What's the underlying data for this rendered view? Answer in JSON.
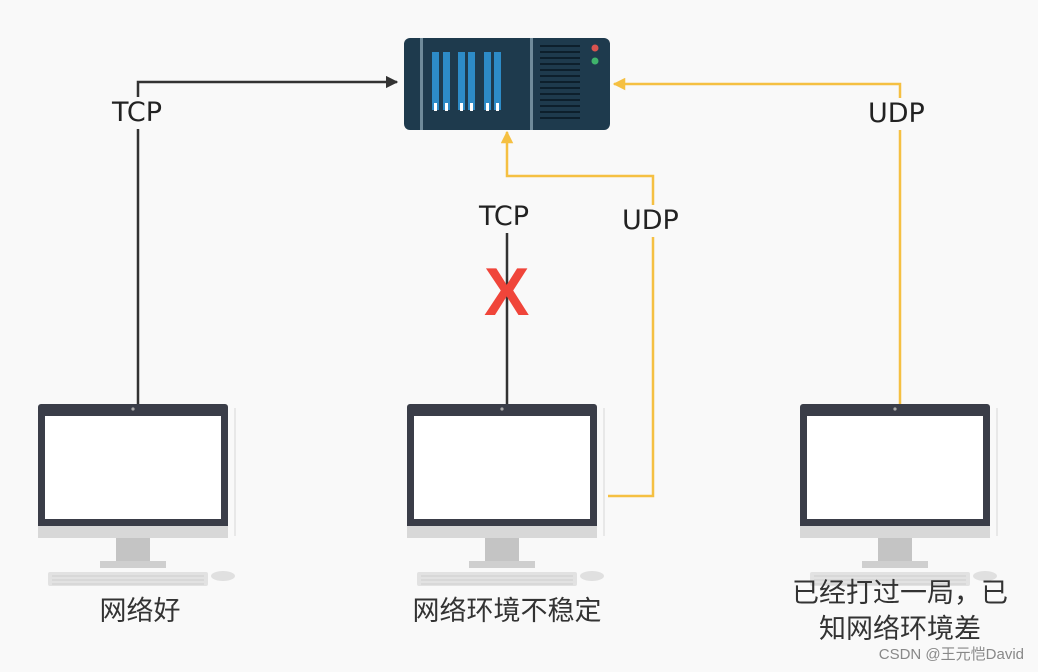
{
  "edges": {
    "left_tcp": "TCP",
    "mid_tcp": "TCP",
    "mid_udp": "UDP",
    "right_udp": "UDP"
  },
  "failure_mark": "X",
  "clients": {
    "left": "网络好",
    "middle": "网络环境不稳定",
    "right_line1": "已经打过一局，已",
    "right_line2": "知网络环境差"
  },
  "watermark": "CSDN @王元恺David",
  "colors": {
    "tcp_line": "#333333",
    "udp_line": "#f5c042",
    "x_mark": "#f0453a",
    "server_body": "#1e3a4d",
    "monitor_frame": "#3a3d48"
  }
}
